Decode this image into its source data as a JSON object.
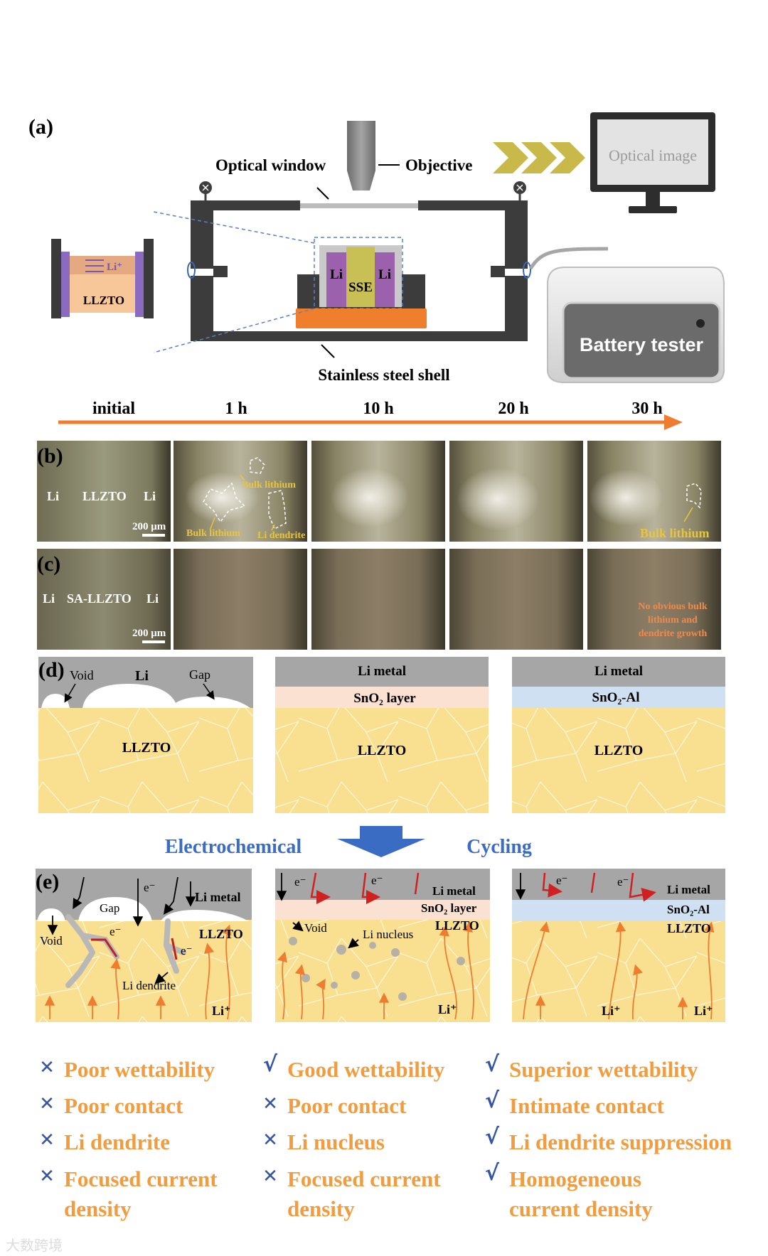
{
  "panel_a": {
    "label": "(a)",
    "optical_window": "Optical window",
    "objective": "Objective",
    "monitor_text": "Optical image",
    "battery_tester": "Battery tester",
    "shell": "Stainless steel shell",
    "li_left": "Li",
    "li_right": "Li",
    "sse": "SSE",
    "inset_li_ion": "Li⁺",
    "inset_llzto": "LLZTO"
  },
  "timeline": [
    "initial",
    "1 h",
    "10 h",
    "20 h",
    "30 h"
  ],
  "panel_b": {
    "label": "(b)",
    "li_left": "Li",
    "llzto": "LLZTO",
    "li_right": "Li",
    "scale": "200 μm",
    "bulk_lithium_1": "Bulk lithium",
    "bulk_lithium_2": "Bulk lithium",
    "li_dendrite": "Li dendrite",
    "bulk_lithium_30h": "Bulk lithium"
  },
  "panel_c": {
    "label": "(c)",
    "li_left": "Li",
    "sa_llzto": "SA-LLZTO",
    "li_right": "Li",
    "scale": "200 μm",
    "note_line1": "No obvious bulk",
    "note_line2": "lithium and",
    "note_line3": "dendrite growth"
  },
  "panel_d": {
    "label": "(d)",
    "void": "Void",
    "li": "Li",
    "gap": "Gap",
    "llzto_1": "LLZTO",
    "li_metal_2": "Li metal",
    "sno2_layer": "SnO₂ layer",
    "llzto_2": "LLZTO",
    "li_metal_3": "Li metal",
    "sno2_al": "SnO₂-Al",
    "llzto_3": "LLZTO"
  },
  "electrochemical": "Electrochemical",
  "cycling": "Cycling",
  "panel_e": {
    "label": "(e)",
    "e1": "e⁻",
    "li_metal_1": "Li metal",
    "gap": "Gap",
    "void_1": "Void",
    "e2": "e⁻",
    "llzto_1": "LLZTO",
    "e3": "e⁻",
    "li_dendrite": "Li dendrite",
    "li_ion_1": "Li⁺",
    "e4": "e⁻",
    "e5": "e⁻",
    "li_metal_2": "Li metal",
    "sno2_layer": "SnO₂ layer",
    "llzto_2": "LLZTO",
    "void_2": "Void",
    "li_nucleus": "Li nucleus",
    "li_ion_2": "Li⁺",
    "e6": "e⁻",
    "e7": "e⁻",
    "li_metal_3": "Li metal",
    "sno2_al": "SnO₂-Al",
    "llzto_3": "LLZTO",
    "li_ion_3": "Li⁺",
    "li_ion_4": "Li⁺"
  },
  "properties": [
    [
      {
        "mark": "✕",
        "text": "Poor wettability"
      },
      {
        "mark": "✕",
        "text": "Poor contact"
      },
      {
        "mark": "✕",
        "text": "Li dendrite"
      },
      {
        "mark": "✕",
        "text": "Focused current density"
      }
    ],
    [
      {
        "mark": "√",
        "text": "Good wettability"
      },
      {
        "mark": "✕",
        "text": "Poor contact"
      },
      {
        "mark": "✕",
        "text": "Li nucleus"
      },
      {
        "mark": "✕",
        "text": "Focused current density"
      }
    ],
    [
      {
        "mark": "√",
        "text": "Superior wettability"
      },
      {
        "mark": "√",
        "text": "Intimate contact"
      },
      {
        "mark": "√",
        "text": "Li dendrite suppression"
      },
      {
        "mark": "√",
        "text": "Homogeneous current density"
      }
    ]
  ],
  "watermark": "大数跨境",
  "colors": {
    "timeline_arrow": "#ef7d2f",
    "llzto_fill": "#f9df90",
    "li_metal_fill": "#a6a6a6",
    "sno2_layer_fill": "#fbe1d2",
    "sno2_al_fill": "#cfe0f2",
    "blue_text": "#3b6cc4",
    "orange_text": "#f09c3f",
    "mark_blue": "#3554a4",
    "chevron": "#c8b94a",
    "sse_fill": "#c9c055",
    "li_fill": "#9b61ac",
    "orange_base": "#f07f2d"
  }
}
